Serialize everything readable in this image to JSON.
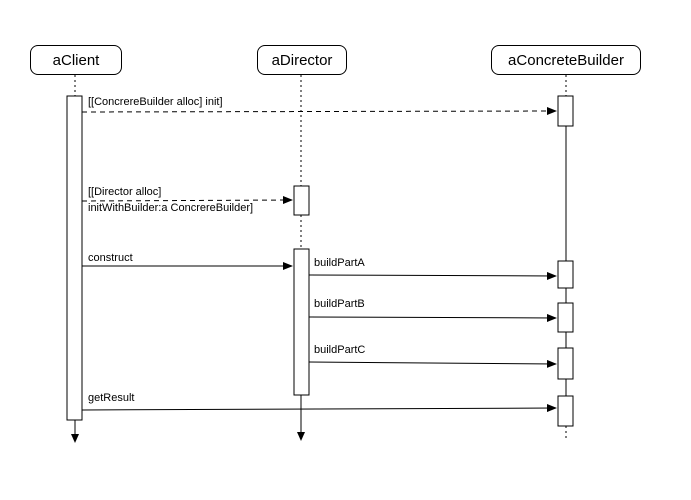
{
  "participants": [
    {
      "name": "aClient"
    },
    {
      "name": "aDirector"
    },
    {
      "name": "aConcreteBuilder"
    }
  ],
  "messages": [
    {
      "label": "[[ConcrereBuilder alloc] init]",
      "style": "dashed"
    },
    {
      "label_line1": "[[Director alloc]",
      "label_line2": "initWithBuilder:a ConcrereBuilder]",
      "style": "dashed"
    },
    {
      "label": "construct",
      "style": "solid"
    },
    {
      "label": "buildPartA",
      "style": "solid"
    },
    {
      "label": "buildPartB",
      "style": "solid"
    },
    {
      "label": "buildPartC",
      "style": "solid"
    },
    {
      "label": "getResult",
      "style": "solid"
    }
  ]
}
